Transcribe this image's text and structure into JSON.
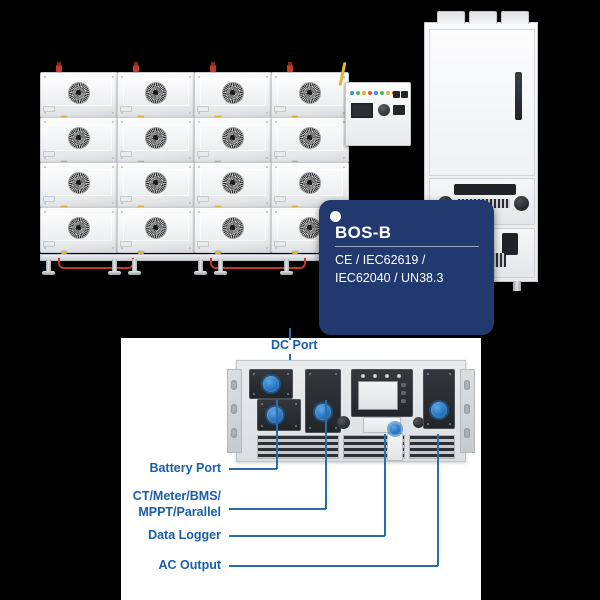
{
  "badge": {
    "title": "BOS-B",
    "certifications": "CE / IEC62619 / IEC62040 / UN38.3",
    "bg_color": "#22396f",
    "dot_name": "badge-dot"
  },
  "callouts": {
    "dc_port": "DC Port",
    "battery_port": "Battery Port",
    "ct_meter": "CT/Meter/BMS/\nMPPT/Parallel",
    "data_logger": "Data Logger",
    "ac_output": "AC Output",
    "label_color": "#1a5fa8",
    "line_color": "#2a6ea8"
  },
  "battery_rack": {
    "rows": 4,
    "columns": 4,
    "module_count": 16,
    "icon": "fan-grille-icon",
    "body_color": "#f2f4f6",
    "terminal_color": "#c0392b",
    "latch_color": "#e8b32a"
  },
  "bms_unit": {
    "name": "bms-control-unit",
    "led_colors": [
      "#3f8de0",
      "#49b35c",
      "#e8b32a",
      "#e0542e"
    ]
  },
  "cabinet": {
    "name": "power-cabinet",
    "vent_count": 3,
    "handle_color": "#202428"
  },
  "inverter": {
    "name": "inverter-unit",
    "port_color": "#1f6fbd",
    "screen_name": "inverter-lcd-screen",
    "led_count": 4
  },
  "background_color": "#000000",
  "panel_color": "#ffffff"
}
